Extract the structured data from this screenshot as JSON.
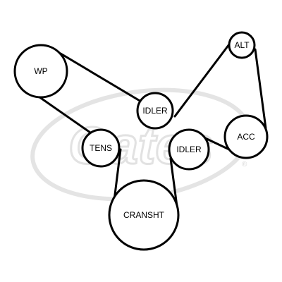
{
  "watermark": {
    "logo_text": "Gates"
  },
  "pulleys": {
    "wp": {
      "label": "WP"
    },
    "alt": {
      "label": "ALT"
    },
    "idler_top": {
      "label": "IDLER"
    },
    "tens": {
      "label": "TENS"
    },
    "idler_low": {
      "label": "IDLER"
    },
    "acc": {
      "label": "ACC"
    },
    "cranksht": {
      "label": "CRANSHT"
    }
  },
  "colors": {
    "line": "#000000",
    "watermark": "#e4e4e4",
    "background": "#ffffff"
  }
}
